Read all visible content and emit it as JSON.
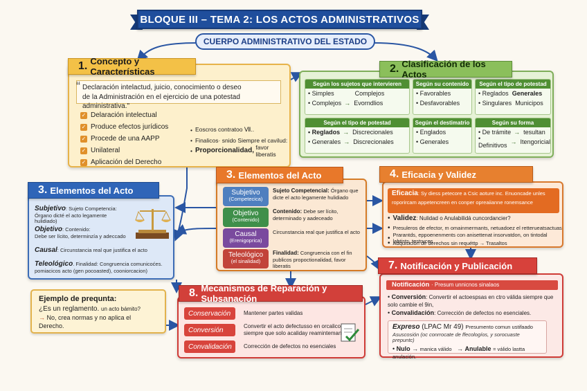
{
  "header": {
    "title": "BLOQUE III – TEMA 2:  LOS ACTOS ADMINISTRATIVOS",
    "subtitle": "CUERPO ADMINISTRATIVO DEL ESTADO"
  },
  "concepto": {
    "num": "1.",
    "title": "Concepto y Características",
    "quote_line1": "Declaración intelactud, juicio, conocimiento o deseo",
    "quote_line2": "de la Administración en el ejercicio de una potestad administrativa.\"",
    "checks": [
      "Delaración intelectual",
      "Produce efectos jurídicos",
      "Procede de una AAPP",
      "Unilateral",
      "Aplicación del Derecho"
    ],
    "bullets": [
      "Eoscros  contratoo Ⅶ..",
      "Finalicos· snido Siempre el cavilud:",
      "Proporcionalidad,"
    ],
    "bullet_tail": "favor liberatis"
  },
  "clasificacion": {
    "num": "2.",
    "title": "Clasificación de los Actos",
    "col1_head": "Según los sujetos que intervieren",
    "col1_rows": [
      [
        "Simples",
        "",
        "Complejos"
      ],
      [
        "Complejos",
        "→",
        "Evorndlios"
      ]
    ],
    "col2_head": "Según su contenido",
    "col2_rows": [
      "Favorables",
      "Desfavorables"
    ],
    "col3_head": "Según el tipo de potestad",
    "col3_rows": [
      [
        "Reglados",
        "Generales"
      ],
      [
        "Singulares",
        "Municipos"
      ]
    ],
    "col4_head": "Según el tipo de potestad",
    "col4_rows": [
      [
        "Reglados",
        "→",
        "Discrecionales"
      ],
      [
        "Generales",
        "→",
        "Discrecionales"
      ]
    ],
    "col5_head": "Según el destimatrio",
    "col5_rows": [
      "Englados",
      "Generales"
    ],
    "col6_head": "Según su forma",
    "col6_rows": [
      [
        "De trámite",
        "→",
        "tesultan"
      ],
      [
        "Definitivos",
        "→",
        "Itengoricial"
      ]
    ]
  },
  "elementos_left": {
    "num": "3.",
    "title": "Elementos del Acto",
    "items": [
      {
        "label": "Subjetivo",
        "text": ": Sujeto Competencia:",
        "sub": "Órgano dicté el acto legamente hulidiado)"
      },
      {
        "label": "Objetivo",
        "text": ": Contenido:",
        "sub": "Debe ser lícito, determinzía y adeccado"
      },
      {
        "label": "Causal",
        "text": ": Circunstancia real que justifica el acto",
        "sub": ""
      },
      {
        "label": "Teleológico",
        "text": ". Finalidad: Congruencia comunicoćes.",
        "sub": "pomiacicos acto (gen pocoasted), cooniorcacion)"
      }
    ]
  },
  "elementos_center": {
    "num": "3.",
    "title": "Elementos del Acto",
    "rows": [
      {
        "tab": "Subjetivo",
        "tab_sub": "(Competecica)",
        "lead": "Sujeto Competencial:",
        "desc": "Órgano que dicte el acto legamente hulidiado",
        "color": "#4f7fbf"
      },
      {
        "tab": "Objetivo",
        "tab_sub": "(Contenido)",
        "lead": "Contenido:",
        "desc": "Debe ser lícito, determinado y aadeceado",
        "color": "#3f8f4a"
      },
      {
        "tab": "Causal",
        "tab_sub": "(Erenigoprica)",
        "lead": "",
        "desc": "Circunstancia real que justifica el acto",
        "color": "#7a4a9e"
      },
      {
        "tab": "Teleológico",
        "tab_sub": "(el sinalidad)",
        "lead": "Finalidad:",
        "desc": "Congruencia con el fin publicos propoctionalidad, favor liberatis",
        "color": "#c2443a"
      }
    ]
  },
  "eficacia": {
    "num": "4.",
    "title": "Eficacia y Validez",
    "eficacia_label": "Eficacia",
    "eficacia_text": ": Sy diess petecore a Csic aoture inc.  Enuoncade unles roporircam appetencreen en conper opreaiianne ronemsance",
    "validez_label": "Validez",
    "validez_text": ": Nulidad o Anulabilidá cuncordancier?",
    "items": [
      "Presuleros de efector, m omainmermants, netuadoez el retterueatsactuas",
      "Prarantds, eppoenenments con anisettenat insorvatdon, on tintodal labtists, testruces",
      "Adquisición de derechos sin requéttp → Trasaltos"
    ]
  },
  "notificacion": {
    "num": "7.",
    "title": "Notificación y Publicación",
    "head_label": "Notificación",
    "head_text": "·  Presum unnicnos sinalaos",
    "conversion_label": "Conversión",
    "conversion_text": ": Convertir el actoespsas en ctro válida siempre que solo cambie el 9in,",
    "convalidacion_label": "Convalidación",
    "convalidacion_text": ": Corrección de defectos no esenciales.",
    "expreso": "Expreso",
    "expreso_ref": "(LPAC Mr 49)",
    "expreso_text": "Presumento comun ustifaado",
    "expreso_sub": "Asuscosión (oc conrrocate de ffecologíos, y sorocuaste prepuntc)",
    "nulo": "Nulo",
    "nulo_text": "manica válido",
    "anulable": "Anulable",
    "anulable_text": "= válido lastta anulación."
  },
  "mecanismos": {
    "num": "8.",
    "title": "Mecanismos de Reparación y Subsanación",
    "rows": [
      {
        "tag": "Conservación",
        "desc": "Mantener partes validas"
      },
      {
        "tag": "Conversión",
        "desc": "Convertir el acto defectusso en orcalico siempre que solo acaliday reamintemantes"
      },
      {
        "tag": "Convalidación",
        "desc": "Corrección de defectos no esenciales"
      }
    ]
  },
  "ejemplo": {
    "title": "Ejemplo de prequnta:",
    "question": "¿Es un reglamento.",
    "question_tail": "un acto bámito?",
    "answer": "No, crea normas y no aplica el Derecho."
  },
  "colors": {
    "title_blue": "#1f4e9c",
    "yellow": "#f3c147",
    "green": "#8bbf5b",
    "blue": "#2f65b8",
    "orange": "#e8782a",
    "red": "#d2403a"
  }
}
